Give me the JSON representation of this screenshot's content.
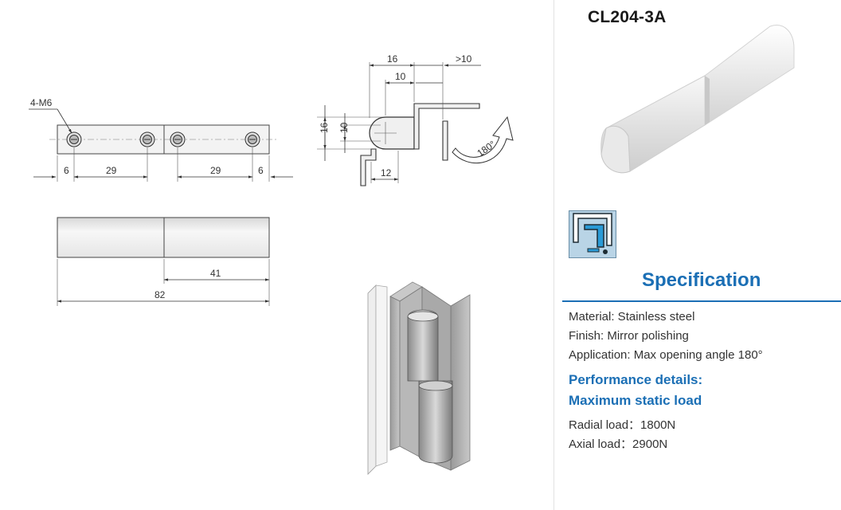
{
  "product": {
    "model": "CL204-3A"
  },
  "drawing": {
    "top_view": {
      "hole_callout": "4-M6",
      "dims": [
        "6",
        "29",
        "29",
        "6"
      ]
    },
    "side_view": {
      "dims": [
        "41",
        "82"
      ]
    },
    "section_view": {
      "dims": [
        "16",
        "10",
        ">10",
        "16",
        "10",
        "12"
      ],
      "angle": "180°"
    }
  },
  "spec": {
    "title": "Specification",
    "material": "Material: Stainless steel",
    "finish": "Finish: Mirror polishing",
    "application": "Application: Max opening angle 180°",
    "perf_title_1": "Performance details:",
    "perf_title_2": "Maximum static load",
    "radial": "Radial load：1800N",
    "axial": "Axial load：2900N"
  },
  "colors": {
    "accent": "#1b6fb5"
  }
}
